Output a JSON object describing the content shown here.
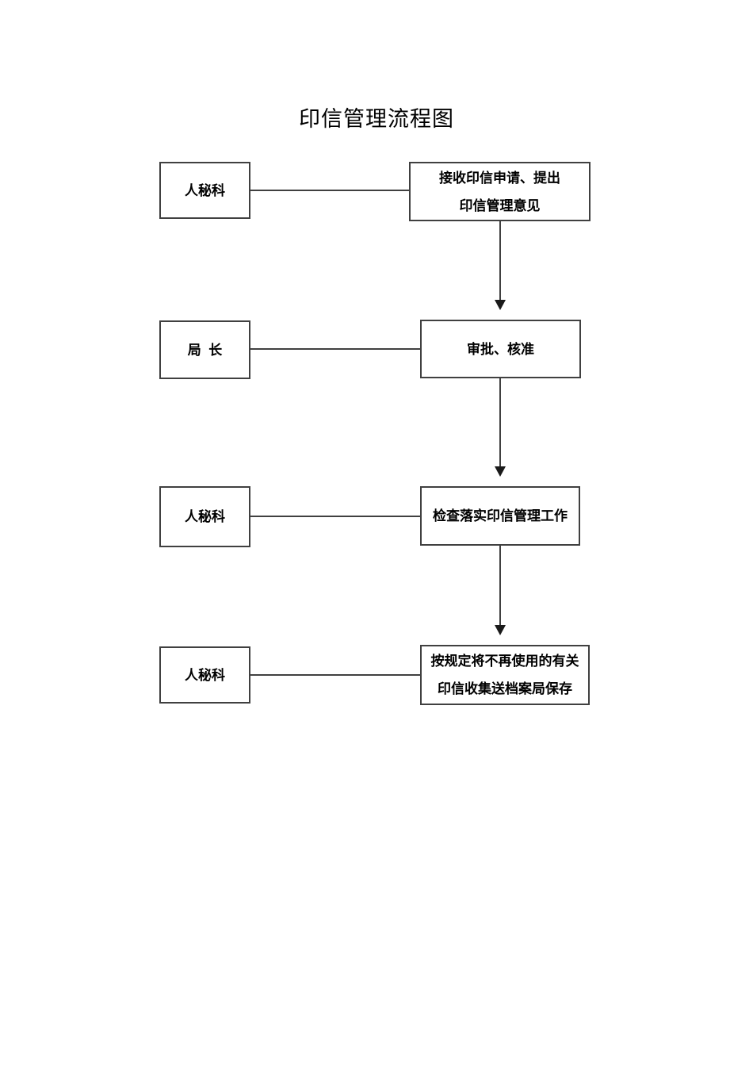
{
  "document": {
    "title": "印信管理流程图"
  },
  "flowchart": {
    "rows": [
      {
        "actor": "人秘科",
        "step_lines": [
          "接收印信申请、提出",
          "印信管理意见"
        ]
      },
      {
        "actor": "局  长",
        "step_lines": [
          "审批、核准"
        ]
      },
      {
        "actor": "人秘科",
        "step_lines": [
          "检查落实印信管理工作"
        ]
      },
      {
        "actor": "人秘科",
        "step_lines": [
          "按规定将不再使用的有关",
          "印信收集送档案局保存"
        ]
      }
    ],
    "colors": {
      "line": "#404040",
      "text": "#000000",
      "page_background": "#ffffff"
    }
  }
}
